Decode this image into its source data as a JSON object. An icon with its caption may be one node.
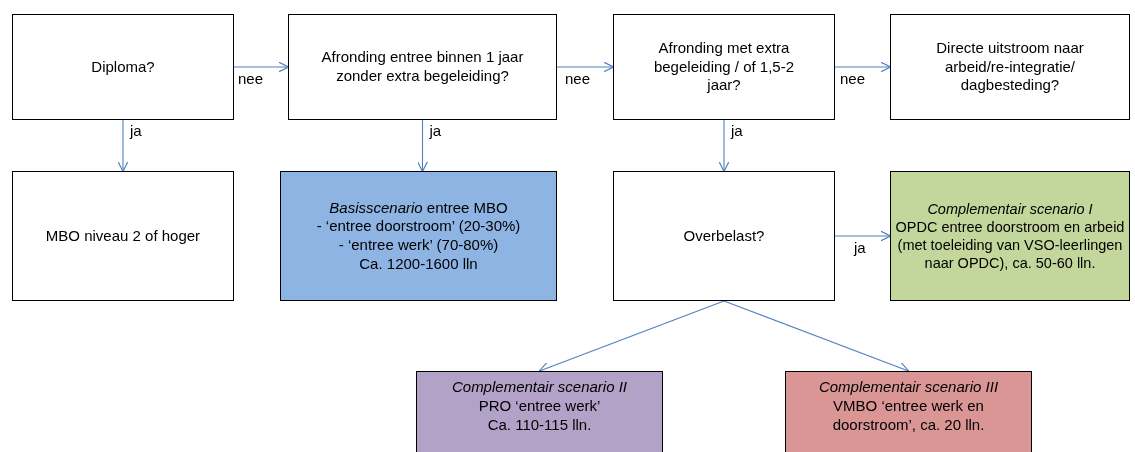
{
  "diagram": {
    "nodes": [
      {
        "text": [
          "Diploma?"
        ]
      },
      {
        "text": [
          "Afronding entree binnen 1 jaar zonder extra begeleiding?"
        ]
      },
      {
        "text": [
          "Afronding met extra begeleiding / of 1,5-2 jaar?"
        ]
      },
      {
        "text": [
          "Directe uitstroom naar arbeid/re-integratie/ dagbesteding?"
        ]
      },
      {
        "text": [
          "MBO niveau 2 of hoger"
        ]
      },
      {
        "text": [
          "*Basisscenario*  entree MBO",
          "- ‘entree doorstroom’ (20-30%)",
          "- ‘entree werk’ (70-80%)",
          "Ca. 1200-1600 lln"
        ]
      },
      {
        "text": [
          "Overbelast?"
        ]
      },
      {
        "text": [
          "Complementair scenario I",
          "OPDC entree doorstroom en arbeid (met toeleiding van VSO-leerlingen naar OPDC), ca. 50-60 lln."
        ]
      },
      {
        "text": [
          "Complementair scenario II",
          "PRO ‘entree werk’",
          "Ca. 110-115 lln."
        ]
      },
      {
        "text": [
          "Complementair scenario III",
          "VMBO ‘entree werk en doorstroom’, ca. 20 lln."
        ]
      }
    ],
    "edges": [
      {
        "from": 0,
        "to": 1,
        "arrow": "to",
        "label": "nee"
      },
      {
        "from": 1,
        "to": 2,
        "arrow": "to",
        "label": "nee"
      },
      {
        "from": 2,
        "to": 3,
        "arrow": "to",
        "label": "nee"
      },
      {
        "from": 0,
        "to": 4,
        "arrow": "to",
        "label": "ja"
      },
      {
        "from": 1,
        "to": 5,
        "arrow": "to",
        "label": "ja"
      },
      {
        "from": 2,
        "to": 6,
        "arrow": "to",
        "label": "ja"
      },
      {
        "from": 6,
        "to": 7,
        "arrow": "to",
        "label": "ja"
      },
      {
        "from": 6,
        "to": 8,
        "arrow": "to"
      },
      {
        "from": 6,
        "to": 9,
        "arrow": "to"
      }
    ]
  }
}
